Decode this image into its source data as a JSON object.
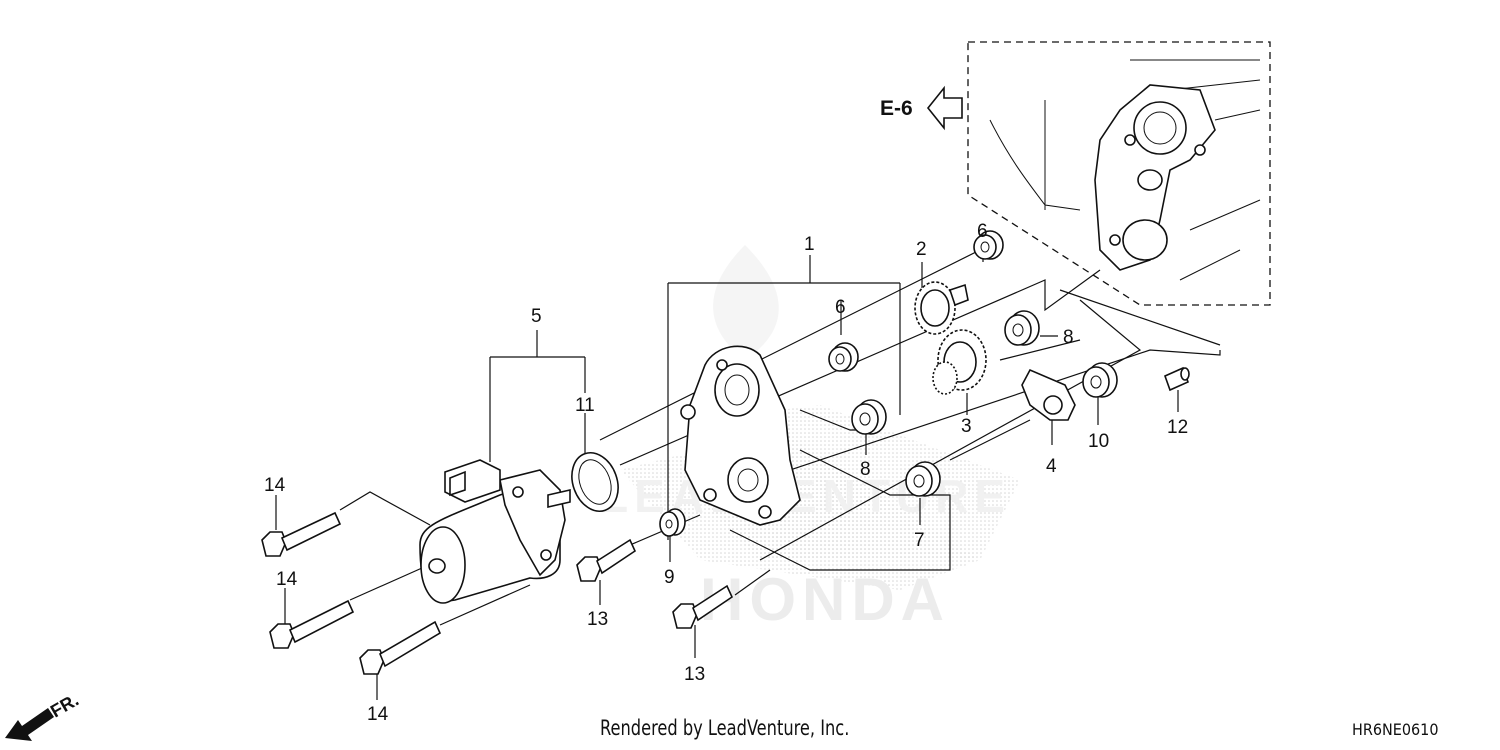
{
  "diagram": {
    "reference_arrow": "E-6",
    "front_indicator": "FR.",
    "watermark_text": "LEADVENTURE",
    "watermark_brand": "HONDA",
    "callouts": {
      "c1": "1",
      "c2": "2",
      "c3": "3",
      "c4": "4",
      "c5": "5",
      "c6a": "6",
      "c6b": "6",
      "c7": "7",
      "c8a": "8",
      "c8b": "8",
      "c9": "9",
      "c10": "10",
      "c11": "11",
      "c12": "12",
      "c13a": "13",
      "c13b": "13",
      "c14a": "14",
      "c14b": "14",
      "c14c": "14"
    }
  },
  "footer": {
    "rendered_by": "Rendered by LeadVenture, Inc.",
    "diagram_code": "HR6NE0610"
  }
}
